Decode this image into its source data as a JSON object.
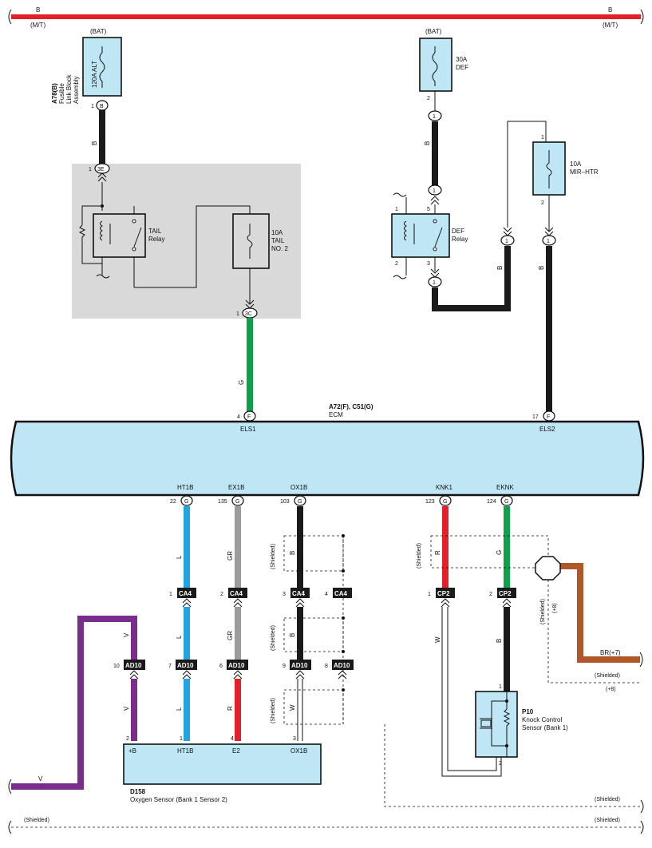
{
  "top_bus": {
    "left_label": "B",
    "left_sub": "(M/T)",
    "right_label": "B",
    "right_sub": "(M/T)"
  },
  "fusible": {
    "bat": "(BAT)",
    "rating": "120A ALT",
    "code": "A78(B)",
    "name1": "Fusible",
    "name2": "Link Block",
    "name3": "Assembly",
    "pin": "1",
    "conn": "B",
    "wire": "B"
  },
  "tail_relay_area": {
    "conn_in": "3E",
    "conn_in_pin": "1",
    "relay_name": "TAIL",
    "relay_sub": "Relay",
    "fuse_rating": "10A",
    "fuse_name1": "TAIL",
    "fuse_name2": "NO. 2",
    "conn_out": "3C",
    "conn_out_pin": "1",
    "wire_out": "G"
  },
  "def_fuse": {
    "bat": "(BAT)",
    "rating": "30A",
    "name": "DEF",
    "pin": "2",
    "conn": "1",
    "wire": "B"
  },
  "def_relay": {
    "conn_in": "1",
    "pin5": "5",
    "pin1": "1",
    "pin2": "2",
    "pin3": "3",
    "name": "DEF",
    "sub": "Relay",
    "conn_out": "1",
    "wire": "B"
  },
  "mir_fuse": {
    "pin1": "1",
    "rating": "10A",
    "name": "MIR–HTR",
    "pin2": "2",
    "conn_a": "1",
    "conn_b": "1",
    "wire": "B"
  },
  "ecm": {
    "code": "A72(F), C51(G)",
    "name": "ECM",
    "els1_pin": "4",
    "els1_conn": "F",
    "els1": "ELS1",
    "els2_pin": "17",
    "els2_conn": "F",
    "els2": "ELS2"
  },
  "ecm_bottom": [
    {
      "name": "HT1B",
      "pin": "22",
      "conn": "G"
    },
    {
      "name": "EX1B",
      "pin": "135",
      "conn": "G"
    },
    {
      "name": "OX1B",
      "pin": "103",
      "conn": "G"
    },
    {
      "name": "KNK1",
      "pin": "123",
      "conn": "G"
    },
    {
      "name": "EKNK",
      "pin": "124",
      "conn": "G"
    }
  ],
  "wire_colors": {
    "L": "L",
    "GR": "GR",
    "B": "B",
    "R": "R",
    "G": "G",
    "V": "V",
    "W": "W",
    "BR7": "BR(+7)"
  },
  "connectors": {
    "ca4": [
      {
        "pin": "1",
        "name": "CA4"
      },
      {
        "pin": "2",
        "name": "CA4"
      },
      {
        "pin": "3",
        "name": "CA4"
      },
      {
        "pin": "4",
        "name": "CA4"
      }
    ],
    "ad10": [
      {
        "pin": "10",
        "name": "AD10"
      },
      {
        "pin": "7",
        "name": "AD10"
      },
      {
        "pin": "6",
        "name": "AD10"
      },
      {
        "pin": "9",
        "name": "AD10"
      },
      {
        "pin": "8",
        "name": "AD10"
      }
    ],
    "cp2": [
      {
        "pin": "1",
        "name": "CP2"
      },
      {
        "pin": "2",
        "name": "CP2"
      }
    ]
  },
  "shielded": "(Shielded)",
  "plus8": "(+8)",
  "o2_sensor": {
    "pins": [
      {
        "pin": "2",
        "name": "+B"
      },
      {
        "pin": "1",
        "name": "HT1B"
      },
      {
        "pin": "4",
        "name": "E2"
      },
      {
        "pin": "3",
        "name": "OX1B"
      }
    ],
    "code": "D158",
    "name": "Oxygen Sensor (Bank 1 Sensor 2)"
  },
  "knock": {
    "code": "P10",
    "name1": "Knock Control",
    "name2": "Sensor (Bank 1)",
    "pin1": "1",
    "pin2": "2"
  },
  "colors": {
    "red": "#e4202a",
    "black": "#1a1a1a",
    "green": "#0fa14a",
    "blue": "#1fa5e0",
    "gray": "#9c9c9c",
    "purple": "#7b2d8e",
    "brown": "#b0582a",
    "component": "#bfe6f5",
    "shade": "#d9d9d9"
  }
}
